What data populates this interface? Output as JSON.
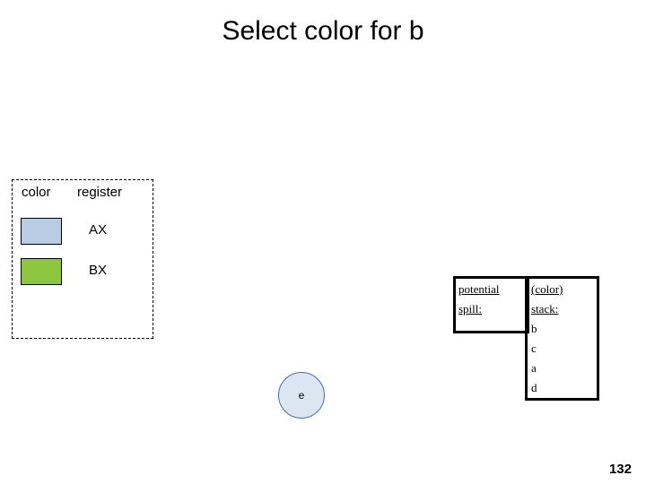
{
  "slide": {
    "title": "Select color for b",
    "page_number": "132"
  },
  "legend": {
    "header_color": "color",
    "header_register": "register",
    "rows": [
      {
        "swatch_color": "#b8cce4",
        "register": "AX"
      },
      {
        "swatch_color": "#8cc63e",
        "register": "BX"
      }
    ]
  },
  "graph": {
    "nodes": [
      {
        "label": "e"
      }
    ]
  },
  "potential_spill": {
    "line1": "potential",
    "line2": "spill:",
    "value": ""
  },
  "color_stack": {
    "line1": "(color)",
    "line2": "stack:",
    "items": [
      "b",
      "c",
      "a",
      "d"
    ]
  }
}
